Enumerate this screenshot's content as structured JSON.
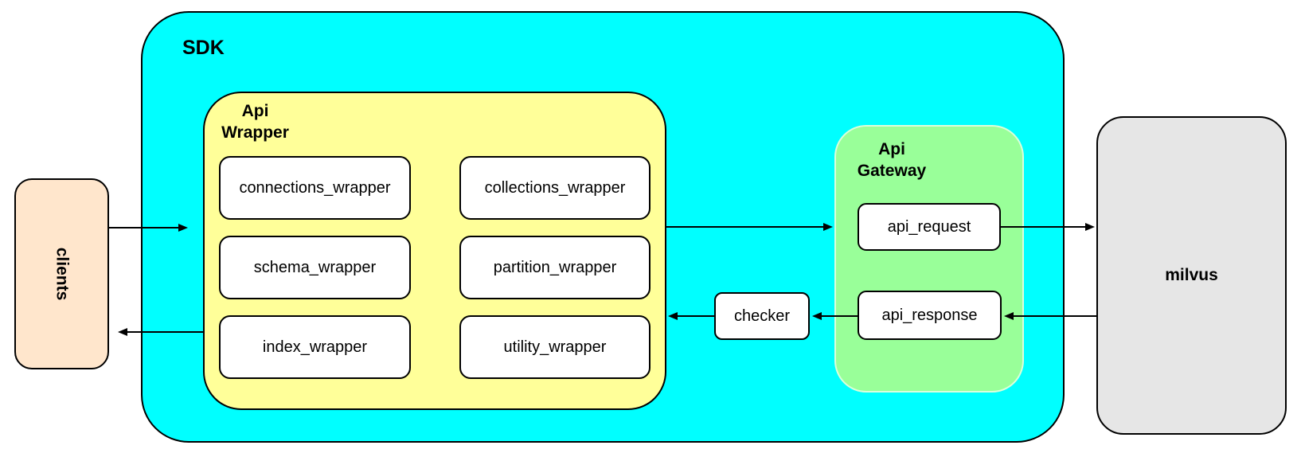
{
  "nodes": {
    "clients": "clients",
    "sdk": "SDK",
    "api_wrapper": "Api Wrapper",
    "api_gateway": "Api Gateway",
    "milvus": "milvus",
    "checker": "checker",
    "wrapper_items": [
      "connections_wrapper",
      "collections_wrapper",
      "schema_wrapper",
      "partition_wrapper",
      "index_wrapper",
      "utility_wrapper"
    ],
    "gateway_items": [
      "api_request",
      "api_response"
    ]
  },
  "colors": {
    "sdk_fill": "#00ffff",
    "wrapper_fill": "#ffff99",
    "gateway_fill": "#99ff99",
    "clients_fill": "#ffe6cc",
    "milvus_fill": "#e6e6e6",
    "node_fill": "#ffffff",
    "stroke": "#000000"
  }
}
